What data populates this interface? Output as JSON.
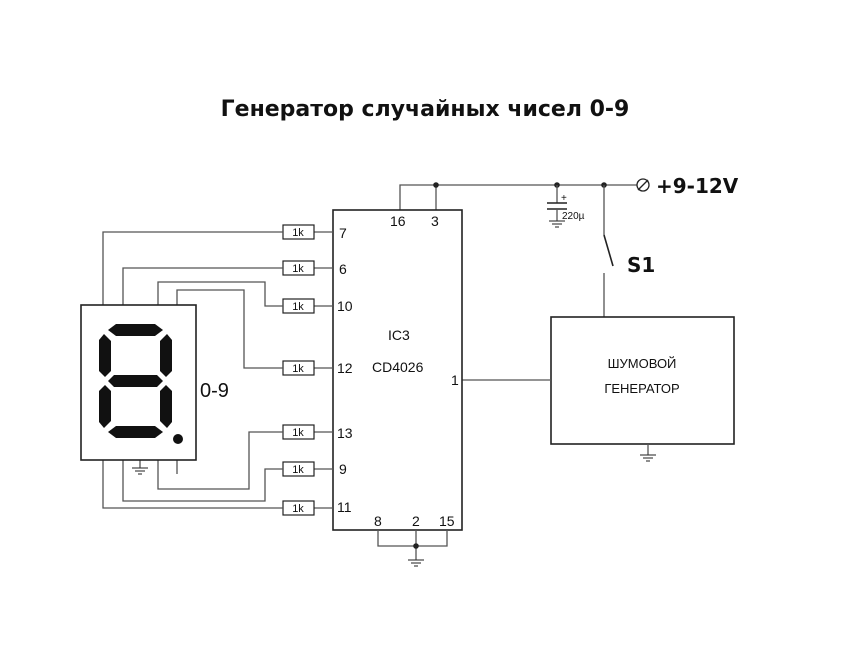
{
  "title": "Генератор случайных чисел 0-9",
  "supply": {
    "label": "+9-12V"
  },
  "switch": {
    "label": "S1"
  },
  "capacitor": {
    "plus": "+",
    "value": "220µ"
  },
  "ic": {
    "ref": "IC3",
    "part": "CD4026",
    "pins": {
      "p16": "16",
      "p3": "3",
      "p7": "7",
      "p6": "6",
      "p10": "10",
      "p12": "12",
      "p13": "13",
      "p9": "9",
      "p11": "11",
      "p1": "1",
      "p8": "8",
      "p2": "2",
      "p15": "15"
    }
  },
  "resistors": {
    "r1": "1k",
    "r2": "1k",
    "r3": "1k",
    "r4": "1k",
    "r5": "1k",
    "r6": "1k",
    "r7": "1k"
  },
  "display": {
    "label": "0-9"
  },
  "noise": {
    "line1": "ШУМОВОЙ",
    "line2": "ГЕНЕРАТОР"
  }
}
